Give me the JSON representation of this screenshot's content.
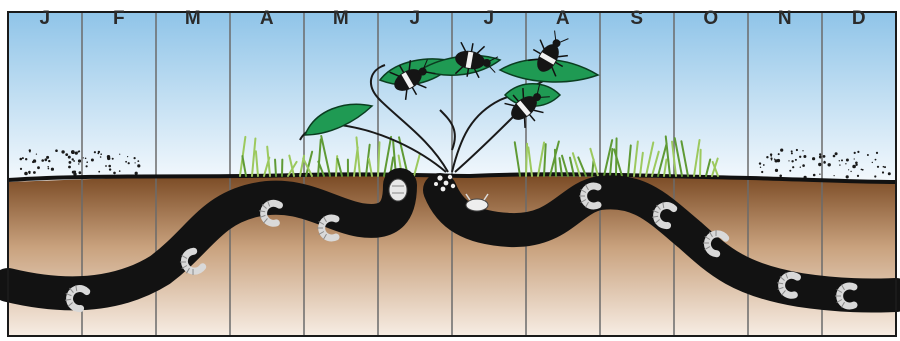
{
  "months": [
    "J",
    "F",
    "M",
    "A",
    "M",
    "J",
    "J",
    "A",
    "S",
    "O",
    "N",
    "D"
  ],
  "colors": {
    "sky_top": "#8fc4e8",
    "sky_bottom": "#f4f9fd",
    "soil_top": "#7a4a24",
    "soil_bottom": "#f7ede4",
    "burrow": "#121212",
    "leaf": "#1f9a53",
    "grass": "#9cc95e",
    "grub": "#d9d9d9"
  },
  "icons": {
    "adult_beetle": "beetle-icon",
    "larva": "grub-icon",
    "egg": "egg-icon",
    "pupa": "pupa-icon"
  }
}
